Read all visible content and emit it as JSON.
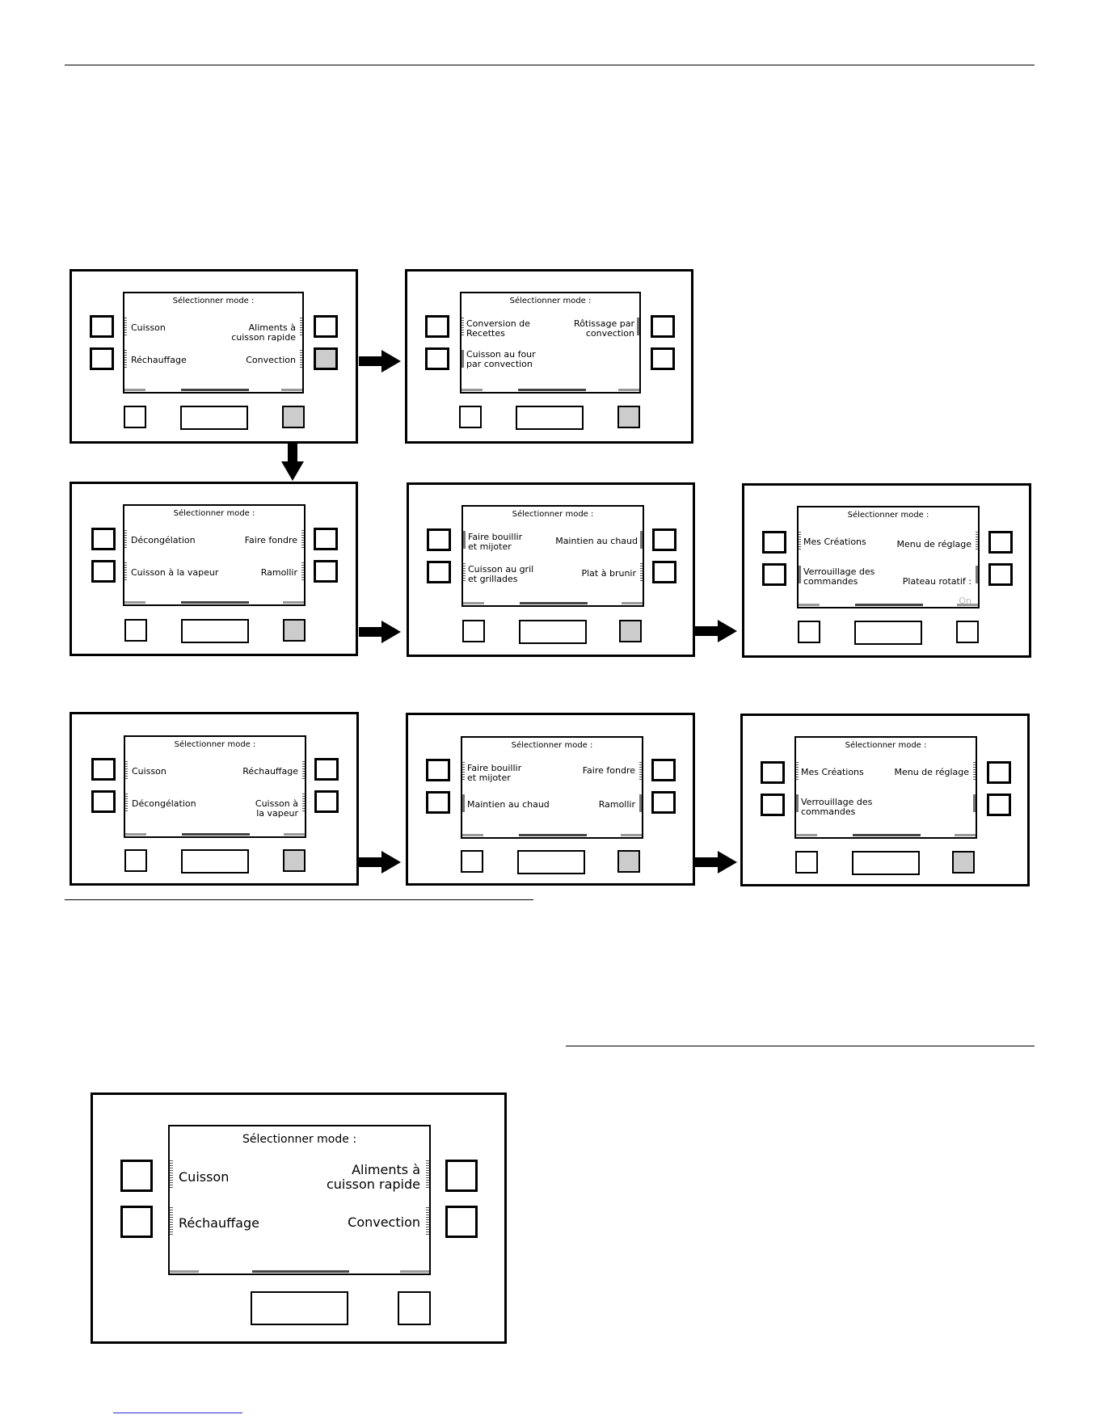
{
  "screen_title": "Sélectionner mode :",
  "panels": {
    "p1": {
      "tl": "Cuisson",
      "tr": "Aliments à\ncuisson rapide",
      "bl": "Réchauffage",
      "br": "Convection"
    },
    "p2": {
      "tl": "Conversion de\nRecettes",
      "tr": "Rôtissage par\nconvection",
      "bl": "Cuisson au four\npar convection"
    },
    "p3": {
      "tl": "Décongélation",
      "tr": "Faire fondre",
      "bl": "Cuisson à la vapeur",
      "br": "Ramollir"
    },
    "p4": {
      "tl": "Faire bouillir\net mijoter",
      "tr": "Maintien au chaud",
      "bl": "Cuisson au gril\net grillades",
      "br": "Plat à brunir"
    },
    "p5": {
      "tl": "Mes Créations",
      "tr": "Menu de réglage",
      "bl": "Verrouillage des\ncommandes",
      "br": "Plateau rotatif :",
      "br_sub": "On"
    },
    "p6": {
      "tl": "Cuisson",
      "tr": "Réchauffage",
      "bl": "Décongélation",
      "br": "Cuisson à\nla vapeur"
    },
    "p7": {
      "tl": "Faire bouillir\net mijoter",
      "tr": "Faire fondre",
      "bl": "Maintien au chaud",
      "br": "Ramollir"
    },
    "p8": {
      "tl": "Mes Créations",
      "tr": "Menu de réglage",
      "bl": "Verrouillage des\ncommandes"
    },
    "big": {
      "tl": "Cuisson",
      "tr": "Aliments à\ncuisson rapide",
      "bl": "Réchauffage",
      "br": "Convection"
    }
  }
}
